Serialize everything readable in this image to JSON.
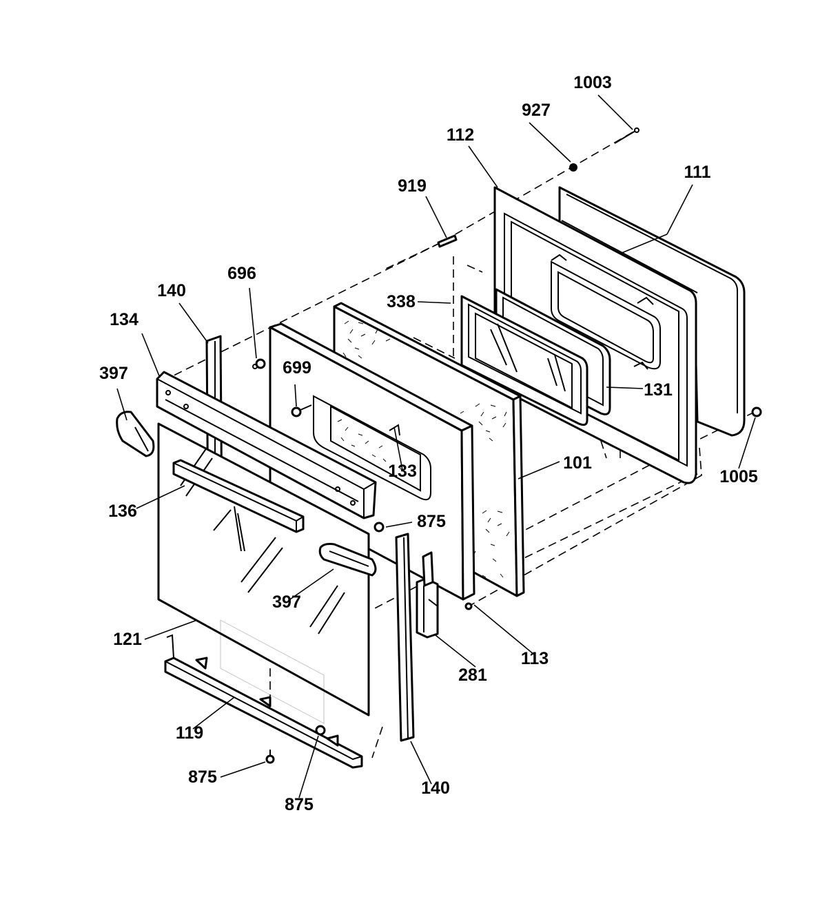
{
  "labels": {
    "l1003": "1003",
    "l927": "927",
    "l112": "112",
    "l111": "111",
    "l919": "919",
    "l696": "696",
    "l140_top": "140",
    "l134": "134",
    "l397_left": "397",
    "l338": "338",
    "l699": "699",
    "l131": "131",
    "l133": "133",
    "l101": "101",
    "l1005": "1005",
    "l136": "136",
    "l875_mid": "875",
    "l397_right": "397",
    "l121": "121",
    "l113": "113",
    "l281": "281",
    "l119": "119",
    "l875_bl": "875",
    "l875_bm": "875",
    "l140_bottom": "140"
  }
}
